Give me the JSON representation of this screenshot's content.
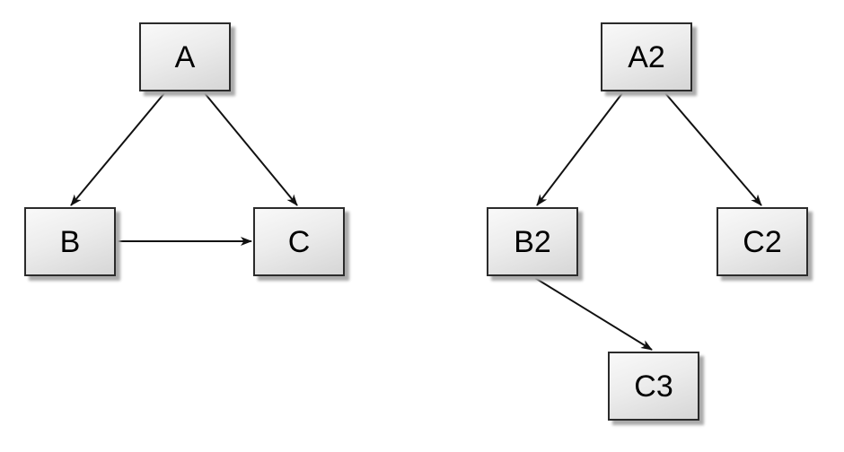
{
  "diagram": {
    "type": "directed-graph",
    "background": "#ffffff",
    "graphs": [
      {
        "name": "left-graph",
        "nodes": [
          {
            "id": "A",
            "label": "A"
          },
          {
            "id": "B",
            "label": "B"
          },
          {
            "id": "C",
            "label": "C"
          }
        ],
        "edges": [
          {
            "from": "A",
            "to": "B"
          },
          {
            "from": "A",
            "to": "C"
          },
          {
            "from": "B",
            "to": "C"
          }
        ]
      },
      {
        "name": "right-graph",
        "nodes": [
          {
            "id": "A2",
            "label": "A2"
          },
          {
            "id": "B2",
            "label": "B2"
          },
          {
            "id": "C2",
            "label": "C2"
          },
          {
            "id": "C3",
            "label": "C3"
          }
        ],
        "edges": [
          {
            "from": "A2",
            "to": "B2"
          },
          {
            "from": "A2",
            "to": "C2"
          },
          {
            "from": "B2",
            "to": "C3"
          }
        ]
      }
    ],
    "colors": {
      "node_fill_top": "#f9f9f9",
      "node_fill_bottom": "#d6d6d6",
      "node_border": "#2b2b2b",
      "shadow": "#ababab",
      "edge": "#111111",
      "text": "#000000",
      "canvas_bg": "#ffffff"
    }
  }
}
